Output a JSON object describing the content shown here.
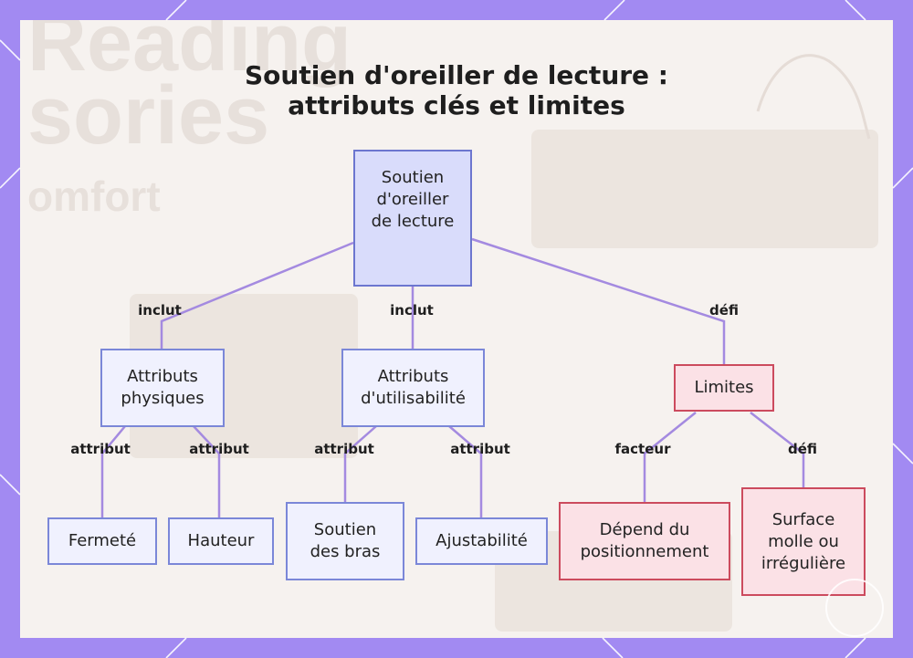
{
  "title": {
    "line1": "Soutien d'oreiller de lecture :",
    "line2": "attributs clés et limites"
  },
  "nodes": {
    "root": [
      "Soutien",
      "d'oreiller",
      "de lecture"
    ],
    "physical": [
      "Attributs",
      "physiques"
    ],
    "usability": [
      "Attributs",
      "d'utilisabilité"
    ],
    "limits": [
      "Limites"
    ],
    "firmness": [
      "Fermeté"
    ],
    "height": [
      "Hauteur"
    ],
    "arm_support": [
      "Soutien",
      "des bras"
    ],
    "adjustability": [
      "Ajustabilité"
    ],
    "positioning": [
      "Dépend du",
      "positionnement"
    ],
    "surface": [
      "Surface",
      "molle ou",
      "irrégulière"
    ]
  },
  "edge_labels": {
    "root_physical": "inclut",
    "root_usability": "inclut",
    "root_limits": "défi",
    "physical_firmness": "attribut",
    "physical_height": "attribut",
    "usability_arm": "attribut",
    "usability_adjust": "attribut",
    "limits_positioning": "facteur",
    "limits_surface": "défi"
  },
  "colors": {
    "border": "#a28af2",
    "edge": "#a48ae0",
    "attribute_fill": "#f0f1fe",
    "root_fill": "#d9dcfb",
    "limit_fill": "#fbe1e6",
    "limit_border": "#cc4b5e"
  }
}
